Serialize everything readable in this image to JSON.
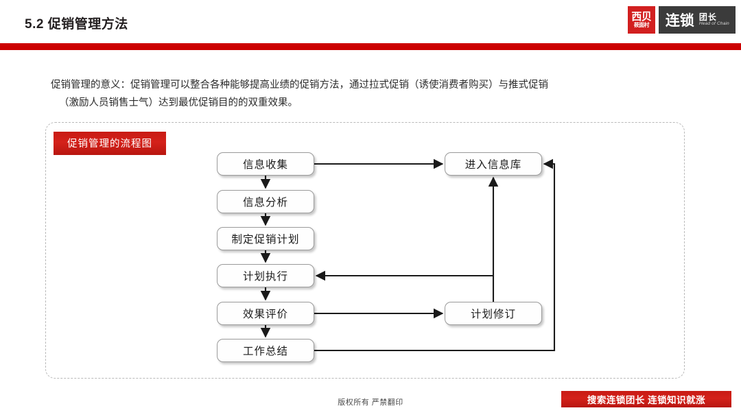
{
  "header": {
    "title": "5.2 促销管理方法",
    "rule_color": "#cc0000"
  },
  "logo": {
    "mark_top": "西贝",
    "mark_bottom": "莜面村",
    "word_main": "连锁",
    "word_sub_cn": "团长",
    "word_sub_en": "Head of Chain",
    "mark_color": "#d21f1f",
    "word_bg_color": "#3b3b3b"
  },
  "intro": {
    "line1": "促销管理的意义：促销管理可以整合各种能够提高业绩的促销方法，通过拉式促销（诱使消费者购买）与推式促销",
    "line2": "（激励人员销售士气）达到最优促销目的的双重效果。"
  },
  "diagram": {
    "label": "促销管理的流程图",
    "label_color": "#c81b14",
    "nodes": [
      {
        "id": "info-collect",
        "text": "信息收集"
      },
      {
        "id": "info-analyze",
        "text": "信息分析"
      },
      {
        "id": "plan-make",
        "text": "制定促销计划"
      },
      {
        "id": "plan-exec",
        "text": "计划执行"
      },
      {
        "id": "effect-eval",
        "text": "效果评价"
      },
      {
        "id": "work-summary",
        "text": "工作总结"
      },
      {
        "id": "info-base",
        "text": "进入信息库"
      },
      {
        "id": "plan-revise",
        "text": "计划修订"
      }
    ],
    "edges": [
      {
        "from": "信息收集",
        "to": "进入信息库"
      },
      {
        "from": "信息收集",
        "to": "信息分析"
      },
      {
        "from": "信息分析",
        "to": "制定促销计划"
      },
      {
        "from": "制定促销计划",
        "to": "计划执行"
      },
      {
        "from": "计划执行",
        "to": "效果评价"
      },
      {
        "from": "效果评价",
        "to": "计划修订"
      },
      {
        "from": "效果评价",
        "to": "工作总结"
      },
      {
        "from": "计划修订",
        "to": "计划执行"
      },
      {
        "from": "计划修订",
        "to": "进入信息库"
      },
      {
        "from": "工作总结",
        "to": "进入信息库"
      }
    ]
  },
  "footer": {
    "note": "版权所有 严禁翻印",
    "banner": "搜索连锁团长 连锁知识就涨",
    "banner_color": "#c81b14"
  }
}
